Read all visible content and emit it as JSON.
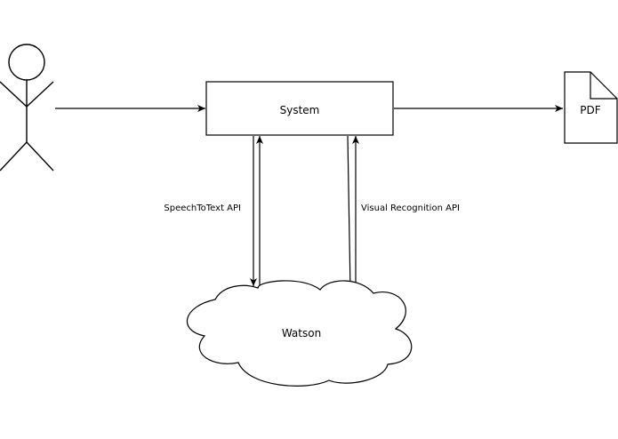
{
  "diagram": {
    "nodes": {
      "system": {
        "label": "System"
      },
      "pdf": {
        "label": "PDF"
      },
      "watson": {
        "label": "Watson"
      }
    },
    "edges": {
      "speech_to_text": {
        "label": "SpeechToText API"
      },
      "visual_recognition": {
        "label": "Visual Recognition API"
      }
    },
    "colors": {
      "stroke": "#000000",
      "fill": "#ffffff",
      "background": "#ffffff"
    }
  }
}
